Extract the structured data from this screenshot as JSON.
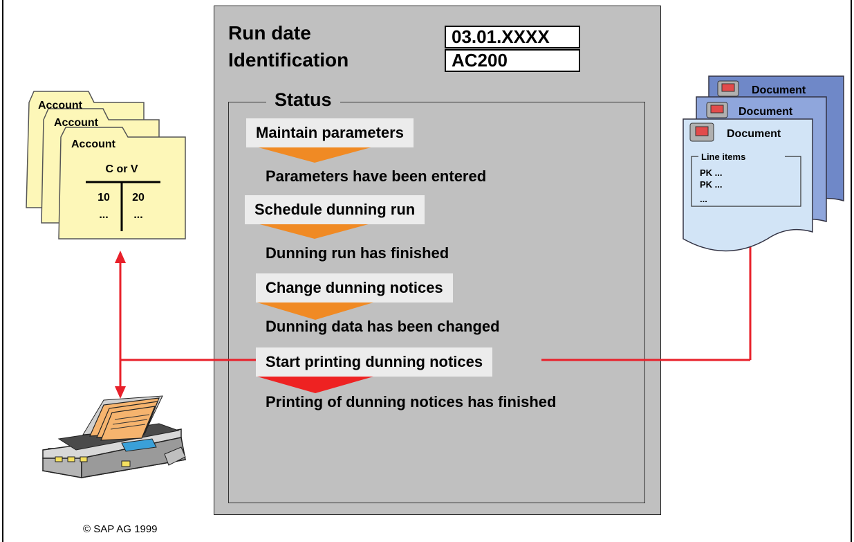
{
  "run_date": {
    "label": "Run date",
    "value": "03.01.XXXX"
  },
  "identification": {
    "label": "Identification",
    "value": "AC200"
  },
  "status": {
    "label": "Status",
    "steps": [
      {
        "action": "Maintain parameters",
        "result": "Parameters have been entered"
      },
      {
        "action": "Schedule dunning run",
        "result": "Dunning run has finished"
      },
      {
        "action": "Change dunning notices",
        "result": "Dunning data has been changed"
      },
      {
        "action": "Start printing dunning notices",
        "result": "Printing of dunning notices has finished"
      }
    ]
  },
  "accounts": {
    "card_labels": [
      "Account",
      "Account",
      "Account"
    ],
    "t_header": "C or V",
    "debit_value": "10",
    "credit_value": "20",
    "debit_more": "...",
    "credit_more": "..."
  },
  "documents": {
    "card_labels": [
      "Document",
      "Document",
      "Document"
    ],
    "line_items_label": "Line items",
    "lines": [
      "PK ...",
      "PK ...",
      "..."
    ]
  },
  "copyright": "© SAP AG 1999",
  "colors": {
    "panel": "#c0c0c0",
    "arrow_orange": "#f08a24",
    "arrow_red": "#ee2222",
    "connector": "#e8202a",
    "account_card": "#fdf7b8",
    "document_card": "#d2e4f6",
    "document_card_back": "#6f88c8"
  }
}
